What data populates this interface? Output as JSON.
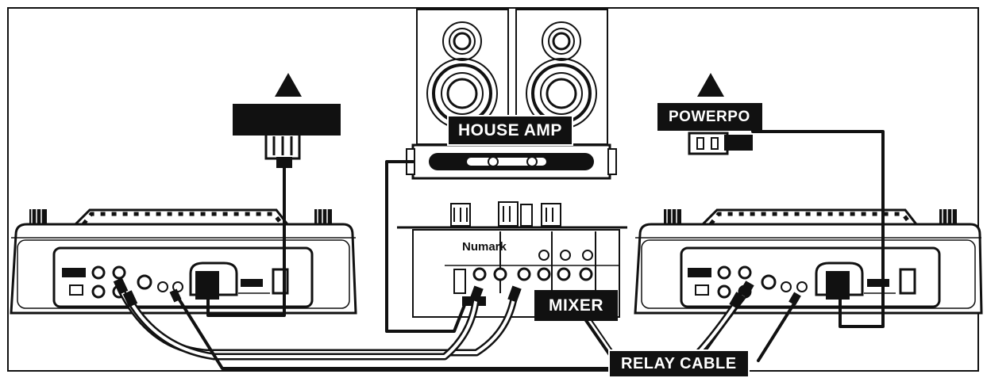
{
  "labels": {
    "house_amp": "HOUSE AMP",
    "mixer": "MIXER",
    "relay_cable": "RELAY CABLE",
    "power_left": "",
    "power_right": "POWERPO"
  },
  "device_text": {
    "mixer_brand": "Numark"
  },
  "colors": {
    "ink": "#111111",
    "paper": "#ffffff"
  }
}
